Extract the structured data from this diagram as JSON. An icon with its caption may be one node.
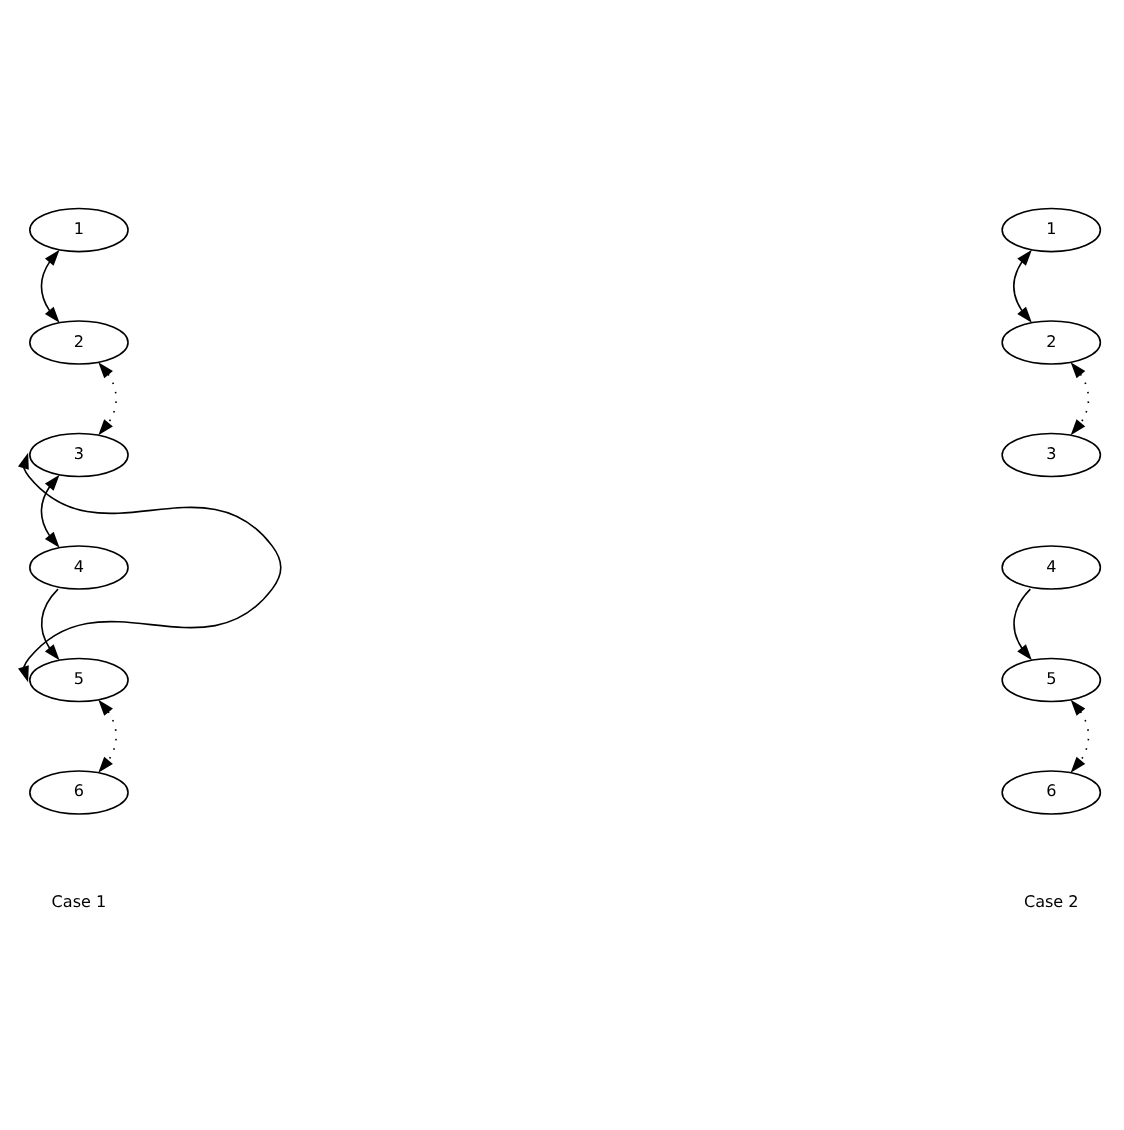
{
  "diagram": {
    "nodes": [
      {
        "text": [
          "1"
        ]
      },
      {
        "text": [
          "2"
        ]
      },
      {
        "text": [
          "3"
        ]
      },
      {
        "text": [
          "4"
        ]
      },
      {
        "text": [
          "5"
        ]
      },
      {
        "text": [
          "6"
        ]
      },
      {
        "text": [
          "1"
        ]
      },
      {
        "text": [
          "2"
        ]
      },
      {
        "text": [
          "3"
        ]
      },
      {
        "text": [
          "4"
        ]
      },
      {
        "text": [
          "5"
        ]
      },
      {
        "text": [
          "6"
        ]
      }
    ],
    "edges": [
      {
        "from": 0,
        "to": 1,
        "arrow": "both"
      },
      {
        "from": 1,
        "to": 2,
        "arrow": "both",
        "style": "dashed"
      },
      {
        "from": 2,
        "to": 3,
        "arrow": "both"
      },
      {
        "from": 2,
        "to": 4,
        "arrow": "both"
      },
      {
        "from": 3,
        "to": 4,
        "arrow": "to"
      },
      {
        "from": 4,
        "to": 5,
        "arrow": "both",
        "style": "dashed"
      },
      {
        "from": 6,
        "to": 7,
        "arrow": "both"
      },
      {
        "from": 7,
        "to": 8,
        "arrow": "both",
        "style": "dashed"
      },
      {
        "from": 9,
        "to": 10,
        "arrow": "to"
      },
      {
        "from": 10,
        "to": 11,
        "arrow": "both",
        "style": "dashed"
      }
    ],
    "labels": [
      "Case 1",
      "Case 2"
    ]
  }
}
